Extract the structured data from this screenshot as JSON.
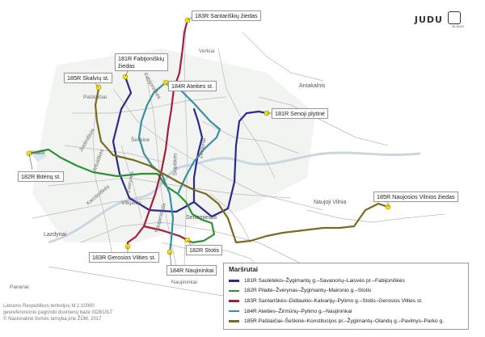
{
  "colors": {
    "route_181R": "#2b2a8c",
    "route_182R": "#2d9230",
    "route_183R": "#a51d3c",
    "route_184R": "#3a8fa0",
    "route_185R": "#7b6a22",
    "stop": "#f4e60f",
    "road": "#b8b8b8"
  },
  "logo": {
    "brand": "JUDU",
    "mark_text": "VILNIUS"
  },
  "stop_labels": {
    "santariskiu": "183R Santariškių žiedas",
    "fabijoniskiu": "181R Fabijoniškių žiedas",
    "skalviu": "185R Skalvių st.",
    "ateities": "184R Ateities st.",
    "senoji_plytine": "181R Senoji plytinė",
    "bitenu": "182R Bitėnų st.",
    "naujosios_vilnios": "185R Naujosios Vilnios žiedas",
    "gerosios_vilties": "183R Gerosios Vilties st.",
    "stotis": "182R Stotis",
    "naujininkai": "184R Naujininkai"
  },
  "places": {
    "verkiai": "Verkiai",
    "fabijoniskes": "Fabijoniškės",
    "pasilaiciai": "Pašilaičiai",
    "antakalnis": "Antakalnis",
    "justiniskes": "Justiniškės",
    "pilaite": "Pilaitė",
    "seskine": "Šeškinė",
    "zirmunai": "Žirmūnai",
    "zverynas": "Žverynas",
    "snipiskes": "Šnipiškės",
    "vilkpede": "Vilkpėdė",
    "naujamiestis": "Naujamiestis",
    "senamiestis": "Senamiestis",
    "naujoji_vilnia": "Naujoji Vilnia",
    "lazdynai": "Lazdynai",
    "paneriai": "Paneriai",
    "naujininkai": "Naujininkai",
    "karoliniskes": "Karoliniškės",
    "virsuliskes": "Viršuliškės"
  },
  "legend": {
    "title": "Maršrutai",
    "items": [
      {
        "route": "181R",
        "text": "181R  Saulėtekis–Žygimantų g.–Savanorių–Laisvės pr.–Fabijoniškės",
        "color": "#2b2a8c"
      },
      {
        "route": "182R",
        "text": "182R  Pilaitė–Žvėrynas–Žygimantų–Maironio g.–Stotis",
        "color": "#2d9230"
      },
      {
        "route": "183R",
        "text": "183R  Santariškės–Didlaukio–Kalvarijų–Pylimo g.–Stotis–Gerosios Vilties st.",
        "color": "#a51d3c"
      },
      {
        "route": "184R",
        "text": "184R  Ateities–Žirmūnų–Pylimo g.–Naujininkai",
        "color": "#3a8fa0"
      },
      {
        "route": "185R",
        "text": "185R  Pašilaičiai–Šeškinė–Konstitucijos pr.–Žygimantų–Olandų g.–Pavilnys–Parko g.",
        "color": "#7b6a22"
      }
    ]
  },
  "credits": {
    "line1": "Lietuvos Respublikos teritorijos M 1:10000",
    "line2": "georeferencinio pagrindo duomenų bazė GDB10LT",
    "line3": "© Nacionalinė žemės tarnyba prie ŽŪM, 2017"
  }
}
